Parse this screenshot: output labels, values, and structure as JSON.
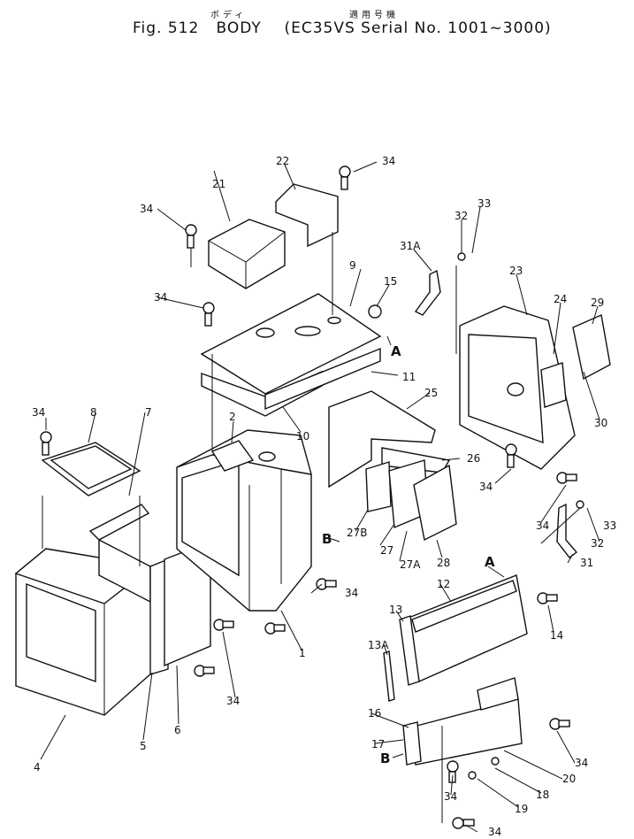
{
  "header": {
    "jp_body": "ボディ",
    "jp_serial": "適用号機",
    "fig": "Fig. 512",
    "name": "BODY",
    "model_serial": "(EC35VS Serial No. 1001~3000)"
  },
  "callouts": {
    "c1": "1",
    "c2": "2",
    "c4": "4",
    "c5": "5",
    "c6": "6",
    "c7": "7",
    "c8": "8",
    "c9": "9",
    "c10": "10",
    "c11": "11",
    "c12": "12",
    "c13": "13",
    "c13a": "13A",
    "c14": "14",
    "c15": "15",
    "c16": "16",
    "c17": "17",
    "c18": "18",
    "c19": "19",
    "c20": "20",
    "c21": "21",
    "c22": "22",
    "c23": "23",
    "c24": "24",
    "c25": "25",
    "c26": "26",
    "c27": "27",
    "c27a": "27A",
    "c27b": "27B",
    "c28": "28",
    "c29": "29",
    "c30": "30",
    "c31": "31",
    "c31a": "31A",
    "c32a": "32",
    "c32b": "32",
    "c33a": "33",
    "c33b": "33",
    "c34a": "34",
    "c34b": "34",
    "c34c": "34",
    "c34d": "34",
    "c34e": "34",
    "c34f": "34",
    "c34g": "34",
    "c34h": "34",
    "c34i": "34",
    "c34j": "34",
    "c34k": "34"
  },
  "markers": {
    "a_top": "A",
    "a_panel": "A",
    "b_body": "B",
    "b_panel": "B"
  }
}
